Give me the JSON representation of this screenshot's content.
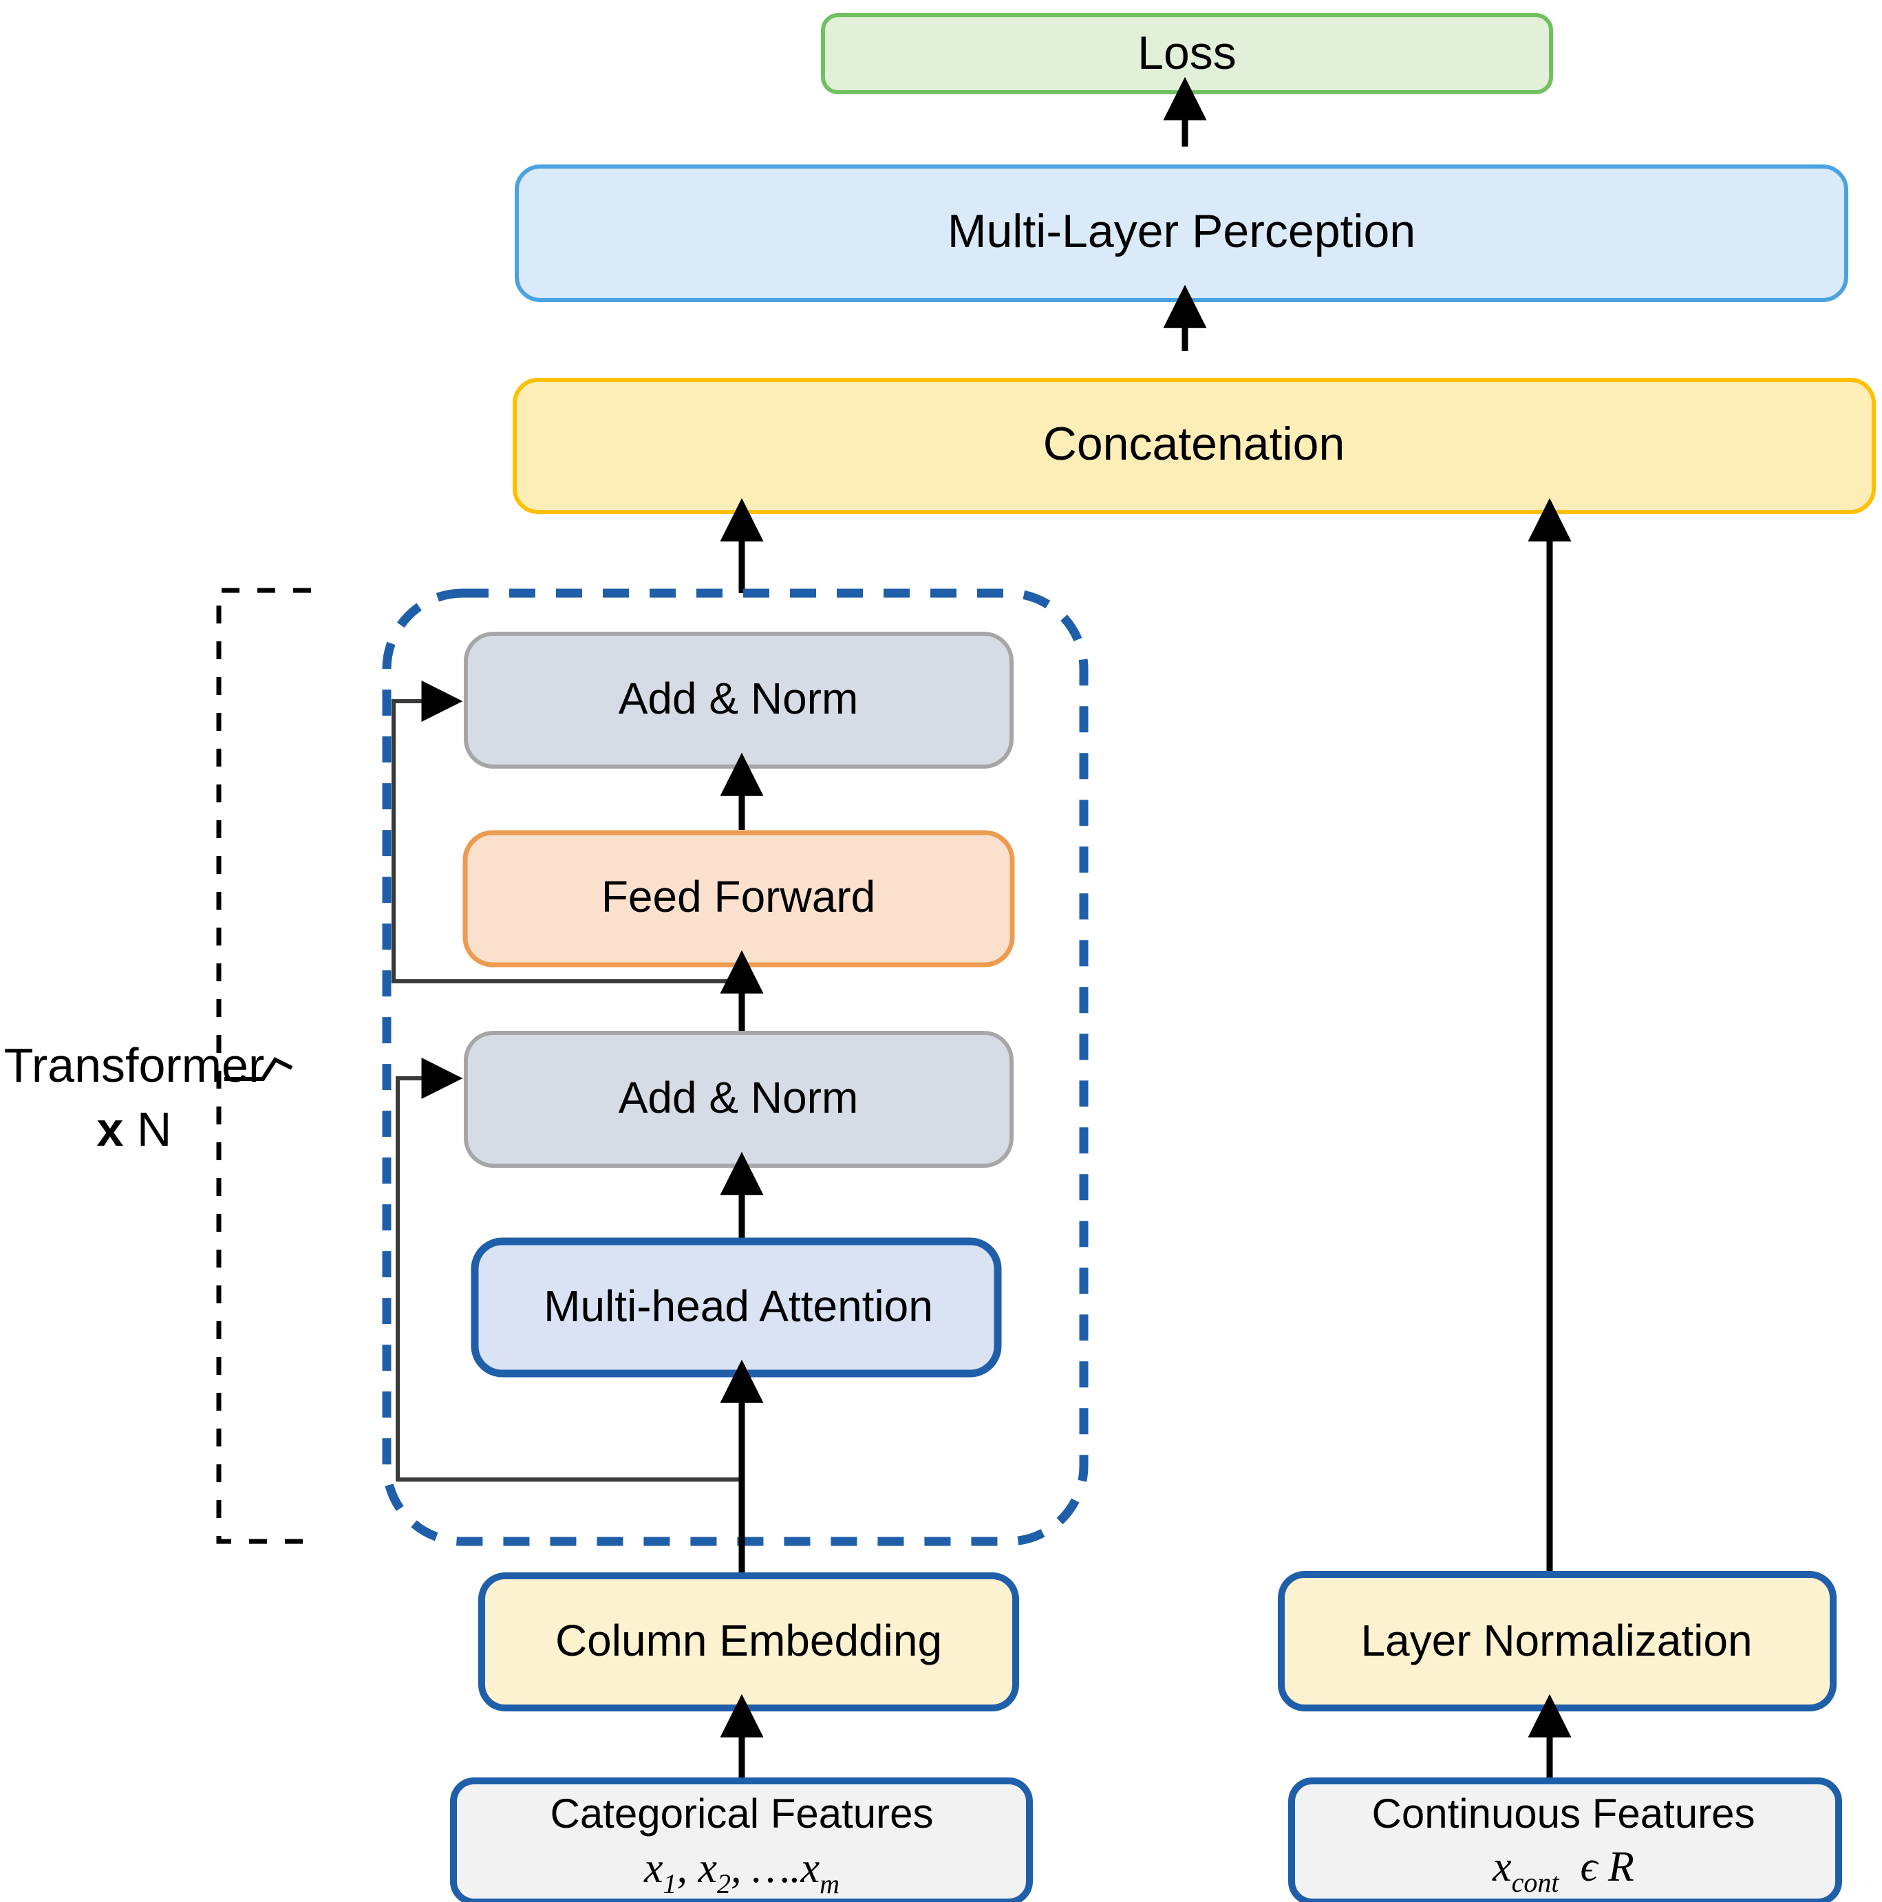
{
  "diagram": {
    "title": "TabTransformer architecture",
    "colors": {
      "loss_fill": "#e2f0d9",
      "loss_border": "#70c060",
      "mlp_fill": "#daeaf8",
      "mlp_border": "#4aa3e0",
      "concat_fill": "#fdeeb8",
      "concat_border": "#ffc000",
      "addnorm_fill": "#d6dce5",
      "addnorm_border": "#a6a6a6",
      "feedforward_fill": "#fce0ce",
      "feedforward_border": "#ed9b4f",
      "attention_fill": "#dae3f3",
      "attention_border": "#1f5fa9",
      "embedding_fill": "#fdf2cf",
      "embedding_border": "#1f5fa9",
      "features_fill": "#f2f2f2",
      "features_border": "#1f5fa9",
      "transformer_dashed": "#1f5fa9",
      "arrow": "#000000"
    },
    "nodes": {
      "loss": {
        "label": "Loss"
      },
      "mlp": {
        "label": "Multi-Layer Perception"
      },
      "concatenation": {
        "label": "Concatenation"
      },
      "add_norm_top": {
        "label": "Add & Norm"
      },
      "feed_forward": {
        "label": "Feed Forward"
      },
      "add_norm_bottom": {
        "label": "Add & Norm"
      },
      "multi_head_attention": {
        "label": "Multi-head Attention"
      },
      "column_embedding": {
        "label": "Column Embedding"
      },
      "layer_normalization": {
        "label": "Layer Normalization"
      },
      "categorical_features": {
        "label": "Categorical Features",
        "math_base": "x",
        "math_line": "x1, x2, ….xm",
        "math_parts": {
          "x1_base": "x",
          "x1_sub": "1",
          "x2_base": "x",
          "x2_sub": "2",
          "dots": ", ….",
          "xm_base": "x",
          "xm_sub": "m",
          "comma": ","
        }
      },
      "continuous_features": {
        "label": "Continuous  Features",
        "math_parts": {
          "x_base": "x",
          "x_sub": "cont",
          "member": "ϵ",
          "set": "R"
        }
      }
    },
    "group": {
      "transformer_label_line1": "Transformer",
      "transformer_label_bold": "x",
      "transformer_label_count": "N"
    }
  }
}
